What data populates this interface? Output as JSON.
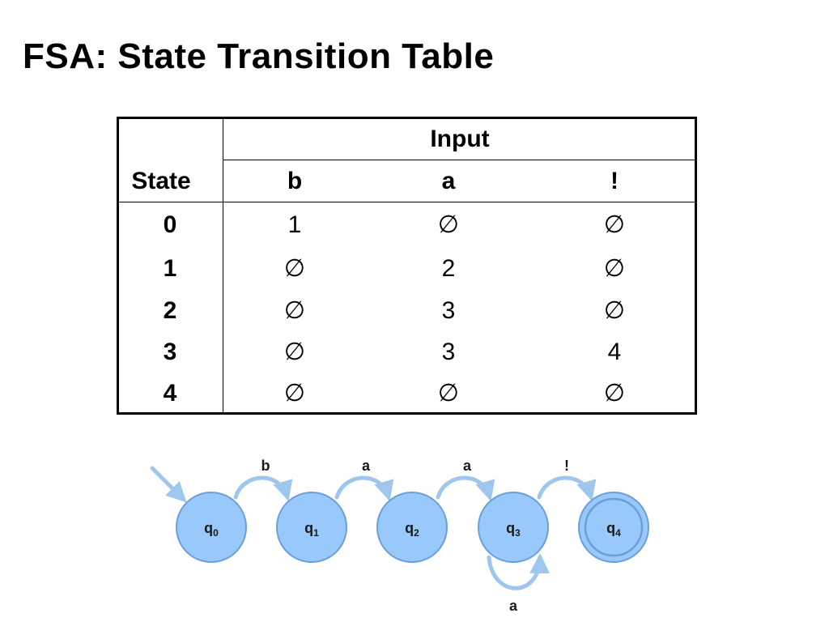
{
  "title": "FSA: State Transition Table",
  "table": {
    "input_header": "Input",
    "state_header": "State",
    "columns": [
      "b",
      "a",
      "!"
    ],
    "rows": [
      {
        "state": "0",
        "cells": [
          "1",
          "∅",
          "∅"
        ]
      },
      {
        "state": "1",
        "cells": [
          "∅",
          "2",
          "∅"
        ]
      },
      {
        "state": "2",
        "cells": [
          "∅",
          "3",
          "∅"
        ]
      },
      {
        "state": "3",
        "cells": [
          "∅",
          "3",
          "4"
        ]
      },
      {
        "state": "4",
        "cells": [
          "∅",
          "∅",
          "∅"
        ]
      }
    ]
  },
  "diagram": {
    "states": [
      {
        "name": "q",
        "sub": "0"
      },
      {
        "name": "q",
        "sub": "1"
      },
      {
        "name": "q",
        "sub": "2"
      },
      {
        "name": "q",
        "sub": "3"
      },
      {
        "name": "q",
        "sub": "4",
        "accepting": true
      }
    ],
    "transition_labels": [
      "b",
      "a",
      "a",
      "!"
    ],
    "loop_label": "a",
    "colors": {
      "node_fill": "#99c9fb",
      "node_stroke": "#6a9fd8",
      "arrow": "#9fc7ee",
      "text": "#1a1a1a"
    }
  }
}
